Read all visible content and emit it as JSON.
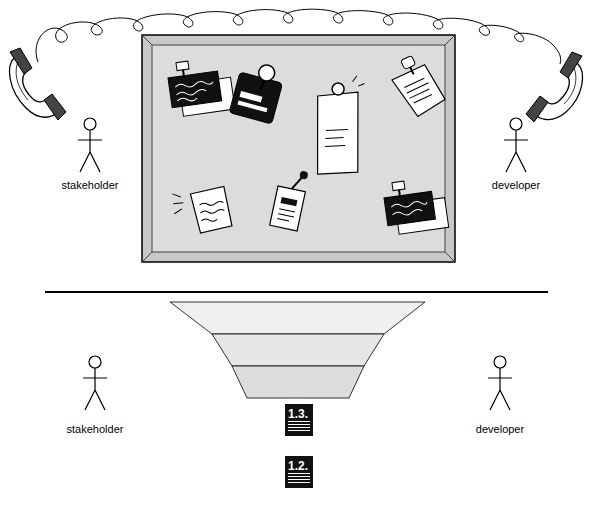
{
  "diagram": {
    "nodes": [
      {
        "text": [
          "1.3."
        ]
      },
      {
        "text": [
          "1.2."
        ]
      }
    ],
    "labels": [
      "stakeholder",
      "developer",
      "stakeholder",
      "developer"
    ]
  }
}
